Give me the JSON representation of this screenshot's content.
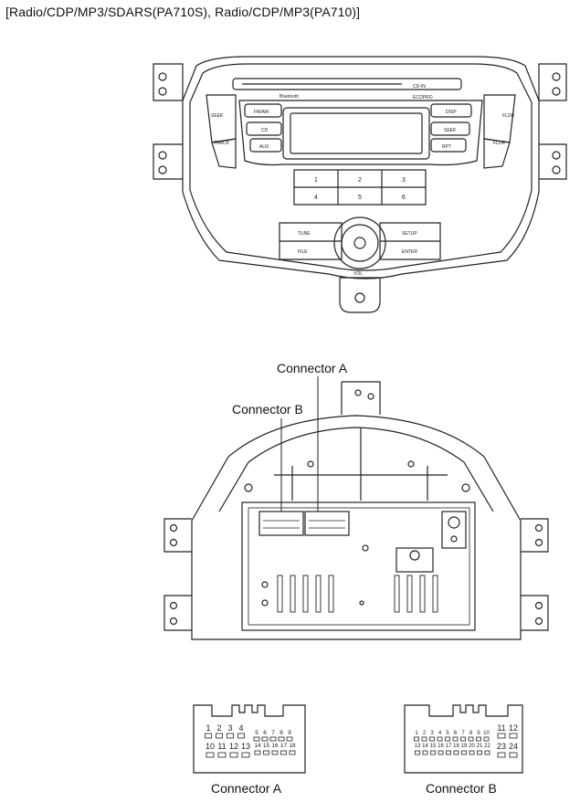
{
  "title": "[Radio/CDP/MP3/SDARS(PA710S), Radio/CDP/MP3(PA710)]",
  "front_panel": {
    "slot_label": "CD-IN",
    "bluetooth_label": "Bluetooth",
    "logo_label": "ECOPRO",
    "left_buttons": [
      "SEEK",
      "TRACK"
    ],
    "right_buttons": [
      "FLDR",
      "FLDR"
    ],
    "mode_buttons": [
      "FM/AM",
      "CD",
      "AUX"
    ],
    "right_mode_buttons": [
      "DISP",
      "SEEK",
      "RPT"
    ],
    "presets": [
      "1",
      "2",
      "3",
      "4",
      "5",
      "6"
    ],
    "knob_left_buttons": [
      "TUNE",
      "FILE"
    ],
    "knob_right_buttons": [
      "SETUP",
      "ENTER"
    ],
    "vol_label": "VOL"
  },
  "rear_labels": {
    "connector_a": "Connector A",
    "connector_b": "Connector B"
  },
  "connector_a": {
    "caption": "Connector A",
    "row1_big": [
      "1",
      "2",
      "3",
      "4"
    ],
    "row1_small": [
      "5",
      "6",
      "7",
      "8",
      "9"
    ],
    "row2_big": [
      "10",
      "11",
      "12",
      "13"
    ],
    "row2_small": [
      "14",
      "15",
      "16",
      "17",
      "18"
    ]
  },
  "connector_b": {
    "caption": "Connector B",
    "row1_small": [
      "1",
      "2",
      "3",
      "4",
      "5",
      "6",
      "7",
      "8",
      "9",
      "10"
    ],
    "row1_big": [
      "11",
      "12"
    ],
    "row2_small": [
      "13",
      "14",
      "15",
      "16",
      "17",
      "18",
      "19",
      "20",
      "21",
      "22"
    ],
    "row2_big": [
      "23",
      "24"
    ]
  }
}
